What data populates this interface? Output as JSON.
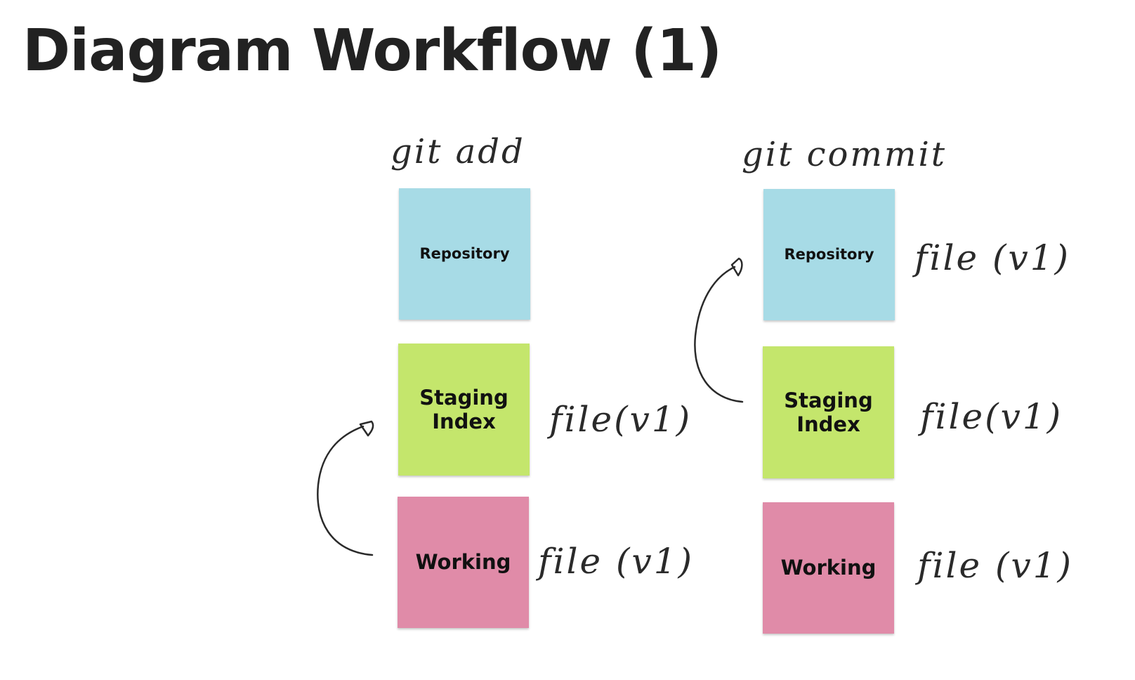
{
  "title": "Diagram Workflow (1)",
  "colors": {
    "repository": "#a7dbe6",
    "staging": "#c4e66c",
    "working": "#e08ba8",
    "ink": "#2a2a2a"
  },
  "columns": [
    {
      "label": "git add",
      "notes": {
        "repository": "Repository",
        "staging": "Staging Index",
        "working": "Working"
      },
      "files": {
        "staging": "file(v1)",
        "working": "file (v1)"
      },
      "arrow": {
        "from": "working",
        "to": "staging"
      }
    },
    {
      "label": "git commit",
      "notes": {
        "repository": "Repository",
        "staging": "Staging Index",
        "working": "Working"
      },
      "files": {
        "repository": "file (v1)",
        "staging": "file(v1)",
        "working": "file (v1)"
      },
      "arrow": {
        "from": "staging",
        "to": "repository"
      }
    }
  ]
}
